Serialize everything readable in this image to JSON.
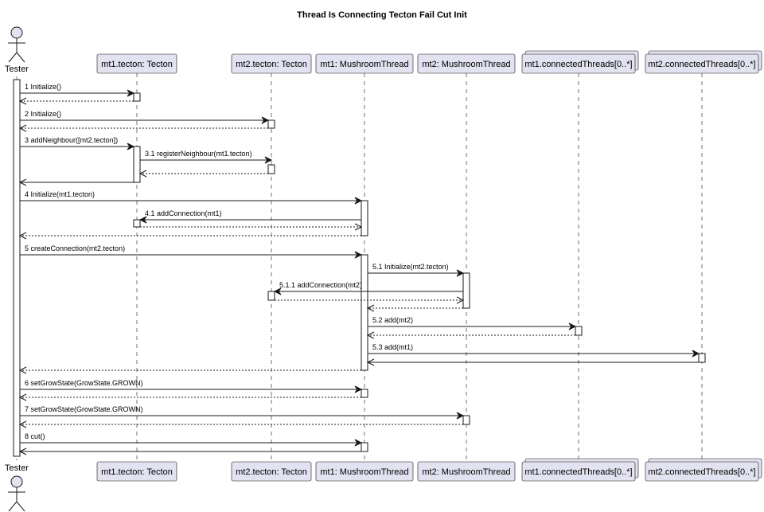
{
  "title": "Thread Is Connecting Tecton Fail Cut Init",
  "participants": [
    {
      "id": "tester",
      "name": "Tester",
      "kind": "actor"
    },
    {
      "id": "t1",
      "name": "mt1.tecton: Tecton",
      "kind": "participant"
    },
    {
      "id": "t2",
      "name": "mt2.tecton: Tecton",
      "kind": "participant"
    },
    {
      "id": "m1",
      "name": "mt1: MushroomThread",
      "kind": "participant"
    },
    {
      "id": "m2",
      "name": "mt2: MushroomThread",
      "kind": "participant"
    },
    {
      "id": "c1",
      "name": "mt1.connectedThreads[0..*]",
      "kind": "collection"
    },
    {
      "id": "c2",
      "name": "mt2.connectedThreads[0..*]",
      "kind": "collection"
    }
  ],
  "messages": [
    {
      "from": "tester",
      "to": "t1",
      "label": "1 Initialize()",
      "type": "call"
    },
    {
      "from": "t1",
      "to": "tester",
      "label": "",
      "type": "return"
    },
    {
      "from": "tester",
      "to": "t2",
      "label": "2 Initialize()",
      "type": "call"
    },
    {
      "from": "t2",
      "to": "tester",
      "label": "",
      "type": "return"
    },
    {
      "from": "tester",
      "to": "t1",
      "label": "3 addNeighbour([mt2.tecton])",
      "type": "call"
    },
    {
      "from": "t1",
      "to": "t2",
      "label": "3.1 registerNeighbour(mt1.tecton)",
      "type": "call"
    },
    {
      "from": "t2",
      "to": "t1",
      "label": "",
      "type": "return"
    },
    {
      "from": "t1",
      "to": "tester",
      "label": "",
      "type": "return-solid"
    },
    {
      "from": "tester",
      "to": "m1",
      "label": "4 Initialize(mt1.tecton)",
      "type": "call"
    },
    {
      "from": "m1",
      "to": "t1",
      "label": "4.1 addConnection(mt1)",
      "type": "call"
    },
    {
      "from": "t1",
      "to": "m1",
      "label": "",
      "type": "return"
    },
    {
      "from": "m1",
      "to": "tester",
      "label": "",
      "type": "return"
    },
    {
      "from": "tester",
      "to": "m1",
      "label": "5 createConnection(mt2.tecton)",
      "type": "call"
    },
    {
      "from": "m1",
      "to": "m2",
      "label": "5.1 Initialize(mt2.tecton)",
      "type": "call"
    },
    {
      "from": "m2",
      "to": "t2",
      "label": "5.1.1 addConnection(mt2)",
      "type": "call"
    },
    {
      "from": "t2",
      "to": "m2",
      "label": "",
      "type": "return"
    },
    {
      "from": "m2",
      "to": "m1",
      "label": "",
      "type": "return"
    },
    {
      "from": "m1",
      "to": "c1",
      "label": "5.2 add(mt2)",
      "type": "call"
    },
    {
      "from": "c1",
      "to": "m1",
      "label": "",
      "type": "return"
    },
    {
      "from": "m1",
      "to": "c2",
      "label": "5.3 add(mt1)",
      "type": "call"
    },
    {
      "from": "c2",
      "to": "m1",
      "label": "",
      "type": "return-solid"
    },
    {
      "from": "m1",
      "to": "tester",
      "label": "",
      "type": "return"
    },
    {
      "from": "tester",
      "to": "m1",
      "label": "6 setGrowState(GrowState.GROWN)",
      "type": "call"
    },
    {
      "from": "m1",
      "to": "tester",
      "label": "",
      "type": "return"
    },
    {
      "from": "tester",
      "to": "m2",
      "label": "7 setGrowState(GrowState.GROWN)",
      "type": "call"
    },
    {
      "from": "m2",
      "to": "tester",
      "label": "",
      "type": "return"
    },
    {
      "from": "tester",
      "to": "m1",
      "label": "8 cut()",
      "type": "call"
    },
    {
      "from": "m1",
      "to": "tester",
      "label": "",
      "type": "return-solid"
    }
  ]
}
